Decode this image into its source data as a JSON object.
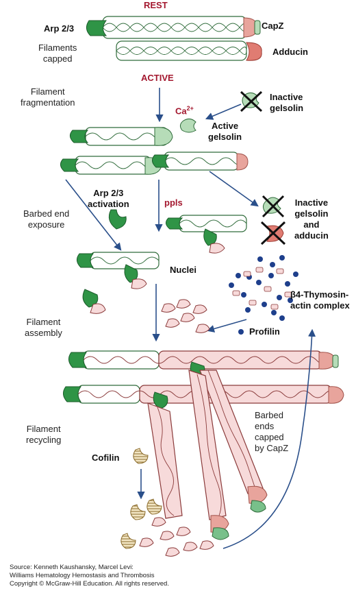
{
  "state_labels": {
    "rest": "REST",
    "active": "ACTIVE"
  },
  "stages": {
    "filaments_capped": "Filaments\ncapped",
    "filament_fragmentation": "Filament\nfragmentation",
    "barbed_end_exposure": "Barbed end\nexposure",
    "filament_assembly": "Filament\nassembly",
    "filament_recycling": "Filament\nrecycling"
  },
  "proteins": {
    "arp23": "Arp 2/3",
    "capz": "CapZ",
    "adducin": "Adducin",
    "inactive_gelsolin": "Inactive\ngelsolin",
    "calcium_base": "Ca",
    "calcium_sup": "2+",
    "active_gelsolin": "Active\ngelsolin",
    "arp23_activation": "Arp 2/3\nactivation",
    "ppis": "ppls",
    "inactive_gelsolin_adducin": "Inactive\ngelsolin\nand\nadducin",
    "nuclei": "Nuclei",
    "thymosin": "β4-Thymosin-\nactin complex",
    "profilin": "Profilin",
    "barbed_capped": "Barbed\nends\ncapped\nby CapZ",
    "cofilin": "Cofilin"
  },
  "source": "Source: Kenneth Kaushansky, Marcel Levi:\nWilliams Hematology Hemostasis and Thrombosis\nCopyright © McGraw-Hill Education. All rights reserved.",
  "colors": {
    "arp": "#2f9446",
    "gelsolin": "#b6dcb8",
    "capz": "#e8a49c",
    "adducin": "#e07c72",
    "actin_new": "#f7dada",
    "actin_outline": "#8a3a3a",
    "arrow": "#2a4f8a",
    "thymosin": "#1e3f8c"
  }
}
